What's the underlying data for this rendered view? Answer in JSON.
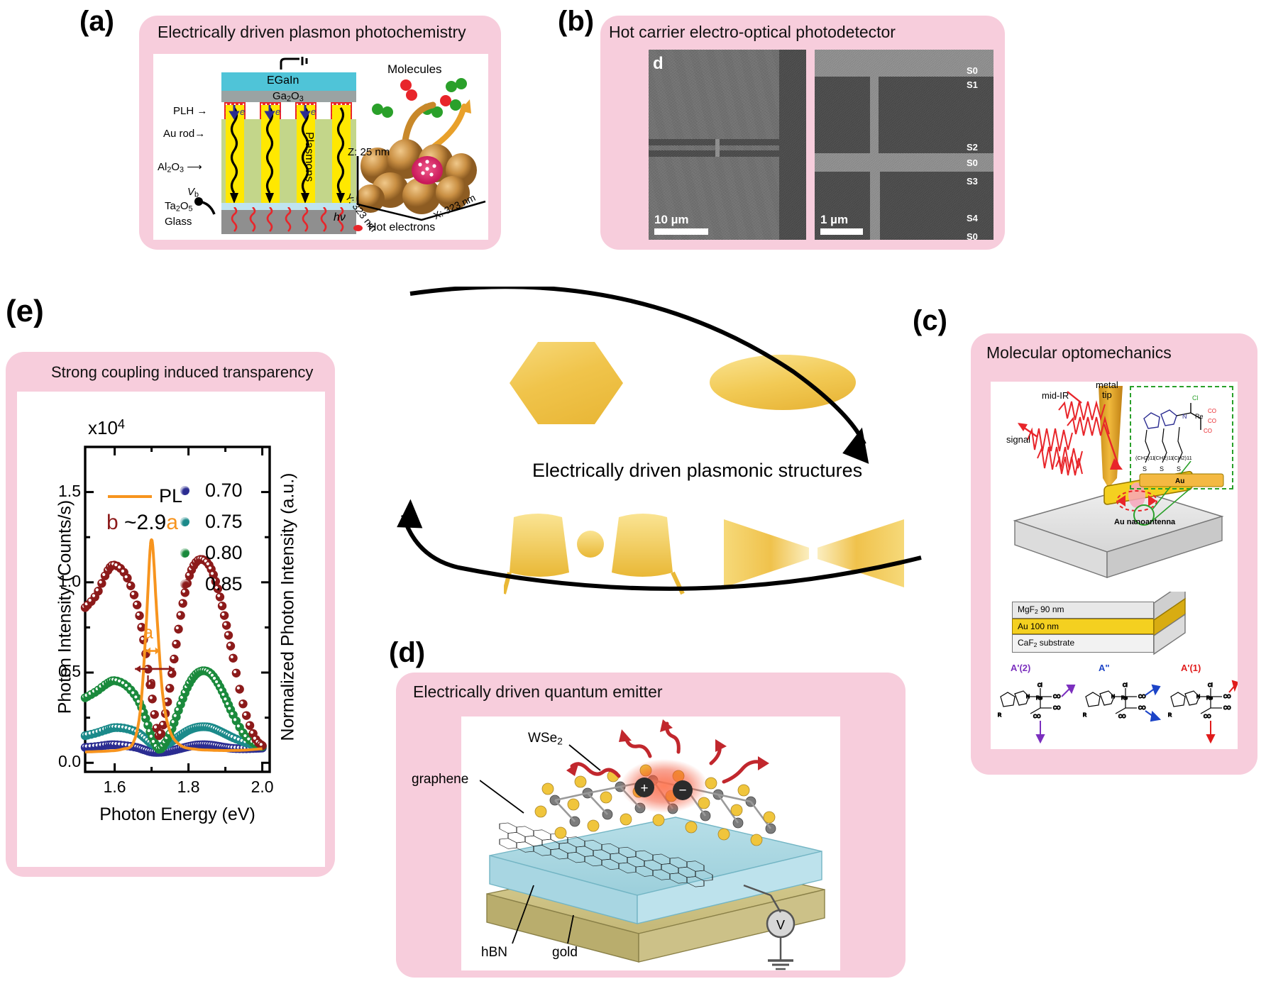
{
  "panels": {
    "a": {
      "letter": "(a)",
      "title": "Electrically driven plasmon photochemistry",
      "schematic_labels": {
        "egain": "EGaIn",
        "ga2o3": "Ga2O3",
        "plh": "PLH",
        "au_rod": "Au rod",
        "al2o3": "Al2O3",
        "vb": "Vb",
        "ta2o5": "Ta2O5",
        "glass": "Glass",
        "plasmons": "Plasmons",
        "hv": "hv",
        "electron": "e"
      },
      "afm_labels": {
        "molecules": "Molecules",
        "z": "Z: 25 nm",
        "y": "Y: 323 nm",
        "x": "X: 323 nm",
        "legend": "Hot electrons"
      }
    },
    "b": {
      "letter": "(b)",
      "title": "Hot carrier electro-optical photodetector",
      "inset_letter": "d",
      "scale_left": "10 µm",
      "scale_right": "1 µm",
      "sem_labels": [
        "S0",
        "S1",
        "S2",
        "S0",
        "S3",
        "S4",
        "S0"
      ]
    },
    "c": {
      "letter": "(c)",
      "title": "Molecular optomechanics",
      "diagram_labels": {
        "mid_ir": "mid-IR",
        "metal_tip": "metal tip",
        "signal": "signal",
        "au_nanoantenna": "Au nanoantenna",
        "au_box": "Au",
        "mgf2": "MgF2 90 nm",
        "au100": "Au 100 nm",
        "caf2": "CaF2 substrate",
        "chain1": "(CH2)11",
        "chain2": "(CH2)11",
        "chain3": "(CH2)11",
        "s1": "S",
        "s2": "S",
        "s3": "S",
        "co": "CO",
        "re": "Re",
        "cl": "Cl",
        "n": "N",
        "r": "R"
      },
      "modes": [
        {
          "label": "A'(2)",
          "color": "#7b2fbe"
        },
        {
          "label": "A\"",
          "color": "#1c44c7"
        },
        {
          "label": "A'(1)",
          "color": "#e01b1b"
        }
      ]
    },
    "d": {
      "letter": "(d)",
      "title": "Electrically driven quantum emitter",
      "diagram_labels": {
        "wse2": "WSe2",
        "graphene": "graphene",
        "hbn": "hBN",
        "gold": "gold",
        "voltage": "V",
        "plus": "+",
        "minus": "−"
      }
    },
    "e": {
      "letter": "(e)",
      "title": "Strong coupling induced transparency"
    }
  },
  "center": {
    "caption": "Electrically driven plasmonic structures"
  },
  "chart_data": {
    "type": "line",
    "title": "Strong coupling induced transparency",
    "xlabel": "Photon Energy (eV)",
    "ylabel": "Photon Intensity (Counts/s)",
    "ylabel_right": "Normalized Photon Intensity (a.u.)",
    "y_multiplier": "x10",
    "y_exponent": "4",
    "xlim": [
      1.52,
      2.02
    ],
    "ylim": [
      -0.05,
      1.75
    ],
    "xticks": [
      1.6,
      1.8,
      2.0
    ],
    "xtick_labels": [
      "1.6",
      "1.8",
      "2.0"
    ],
    "xticks_minor": [
      1.7,
      1.9
    ],
    "yticks": [
      0.0,
      0.5,
      1.0,
      1.5
    ],
    "ytick_labels": [
      "0.0",
      "0.5",
      "1.0",
      "1.5"
    ],
    "yticks_minor": [
      0.25,
      0.75,
      1.25
    ],
    "grid": false,
    "legend_position": "upper-right-inside",
    "annotations": [
      {
        "text": "PL",
        "type": "legend-line",
        "color": "#f7941e"
      },
      {
        "text": "b ~2.9a",
        "parts": [
          {
            "t": "b",
            "c": "#8c1a1a"
          },
          {
            "t": " ~2.9",
            "c": "#000000"
          },
          {
            "t": "a",
            "c": "#f7941e"
          }
        ]
      },
      {
        "text": "a",
        "color": "#f7941e",
        "kind": "arrow-span"
      },
      {
        "text": "b",
        "color": "#8c1a1a",
        "kind": "arrow-span"
      }
    ],
    "series": [
      {
        "name": "0.70",
        "color": "#2b2c91",
        "marker": "circle",
        "x": [
          1.52,
          1.55,
          1.58,
          1.6,
          1.63,
          1.66,
          1.68,
          1.7,
          1.72,
          1.74,
          1.76,
          1.78,
          1.8,
          1.82,
          1.84,
          1.86,
          1.88,
          1.9,
          1.92,
          1.95,
          1.98,
          2.0
        ],
        "y": [
          0.085,
          0.09,
          0.098,
          0.1,
          0.095,
          0.085,
          0.072,
          0.06,
          0.058,
          0.062,
          0.07,
          0.08,
          0.09,
          0.098,
          0.1,
          0.098,
          0.092,
          0.085,
          0.08,
          0.078,
          0.08,
          0.082
        ]
      },
      {
        "name": "0.75",
        "color": "#1b8a8a",
        "marker": "circle",
        "x": [
          1.52,
          1.55,
          1.58,
          1.6,
          1.63,
          1.66,
          1.68,
          1.7,
          1.72,
          1.74,
          1.76,
          1.78,
          1.8,
          1.82,
          1.84,
          1.86,
          1.88,
          1.9,
          1.92,
          1.95,
          1.98,
          2.0
        ],
        "y": [
          0.15,
          0.165,
          0.185,
          0.195,
          0.19,
          0.17,
          0.14,
          0.105,
          0.09,
          0.1,
          0.125,
          0.155,
          0.18,
          0.195,
          0.2,
          0.196,
          0.18,
          0.16,
          0.14,
          0.115,
          0.098,
          0.092
        ]
      },
      {
        "name": "0.80",
        "color": "#1a8a3c",
        "marker": "circle",
        "x": [
          1.52,
          1.55,
          1.58,
          1.6,
          1.63,
          1.66,
          1.68,
          1.7,
          1.72,
          1.74,
          1.76,
          1.78,
          1.8,
          1.82,
          1.84,
          1.86,
          1.88,
          1.9,
          1.92,
          1.95,
          1.98,
          2.0
        ],
        "y": [
          0.36,
          0.395,
          0.44,
          0.455,
          0.43,
          0.36,
          0.27,
          0.15,
          0.075,
          0.12,
          0.215,
          0.33,
          0.43,
          0.49,
          0.51,
          0.495,
          0.44,
          0.36,
          0.27,
          0.16,
          0.105,
          0.09
        ]
      },
      {
        "name": "0.85",
        "color": "#8c1a1a",
        "marker": "circle",
        "x": [
          1.52,
          1.55,
          1.58,
          1.6,
          1.63,
          1.66,
          1.68,
          1.7,
          1.72,
          1.74,
          1.76,
          1.78,
          1.8,
          1.82,
          1.84,
          1.86,
          1.88,
          1.9,
          1.92,
          1.95,
          1.98,
          2.0
        ],
        "y": [
          0.86,
          0.93,
          1.06,
          1.095,
          1.04,
          0.88,
          0.66,
          0.38,
          0.15,
          0.3,
          0.56,
          0.83,
          1.02,
          1.11,
          1.125,
          1.08,
          0.96,
          0.79,
          0.59,
          0.31,
          0.14,
          0.095
        ]
      },
      {
        "name": "PL",
        "color": "#f7941e",
        "marker": "line",
        "x": [
          1.52,
          1.58,
          1.62,
          1.65,
          1.67,
          1.685,
          1.695,
          1.7,
          1.705,
          1.715,
          1.73,
          1.75,
          1.78,
          1.82,
          1.86,
          1.9,
          1.95,
          2.0
        ],
        "y": [
          0.06,
          0.065,
          0.075,
          0.11,
          0.3,
          0.75,
          1.15,
          1.235,
          1.15,
          0.8,
          0.38,
          0.175,
          0.095,
          0.075,
          0.07,
          0.068,
          0.07,
          0.078
        ]
      }
    ],
    "legend_entries": [
      "0.70",
      "0.75",
      "0.80",
      "0.85"
    ]
  }
}
